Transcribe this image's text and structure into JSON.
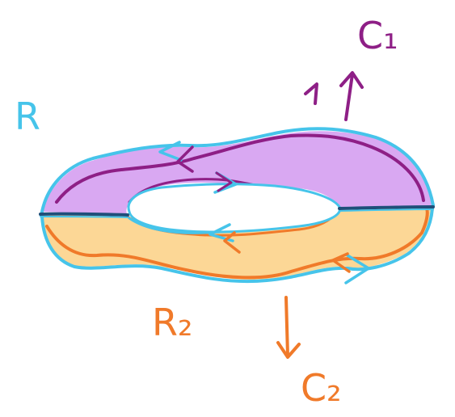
{
  "labels": {
    "region_R": "R",
    "region_R2": "R₂",
    "curve_C1": "C₁",
    "curve_C2": "C₂",
    "arrow_1": "1"
  },
  "colors": {
    "cyan": "#46c4ea",
    "purple": "#8e1f86",
    "lavender": "#d9a8f2",
    "orange": "#f07a2a",
    "peach": "#fcd796",
    "navy": "#1f4f7a"
  }
}
